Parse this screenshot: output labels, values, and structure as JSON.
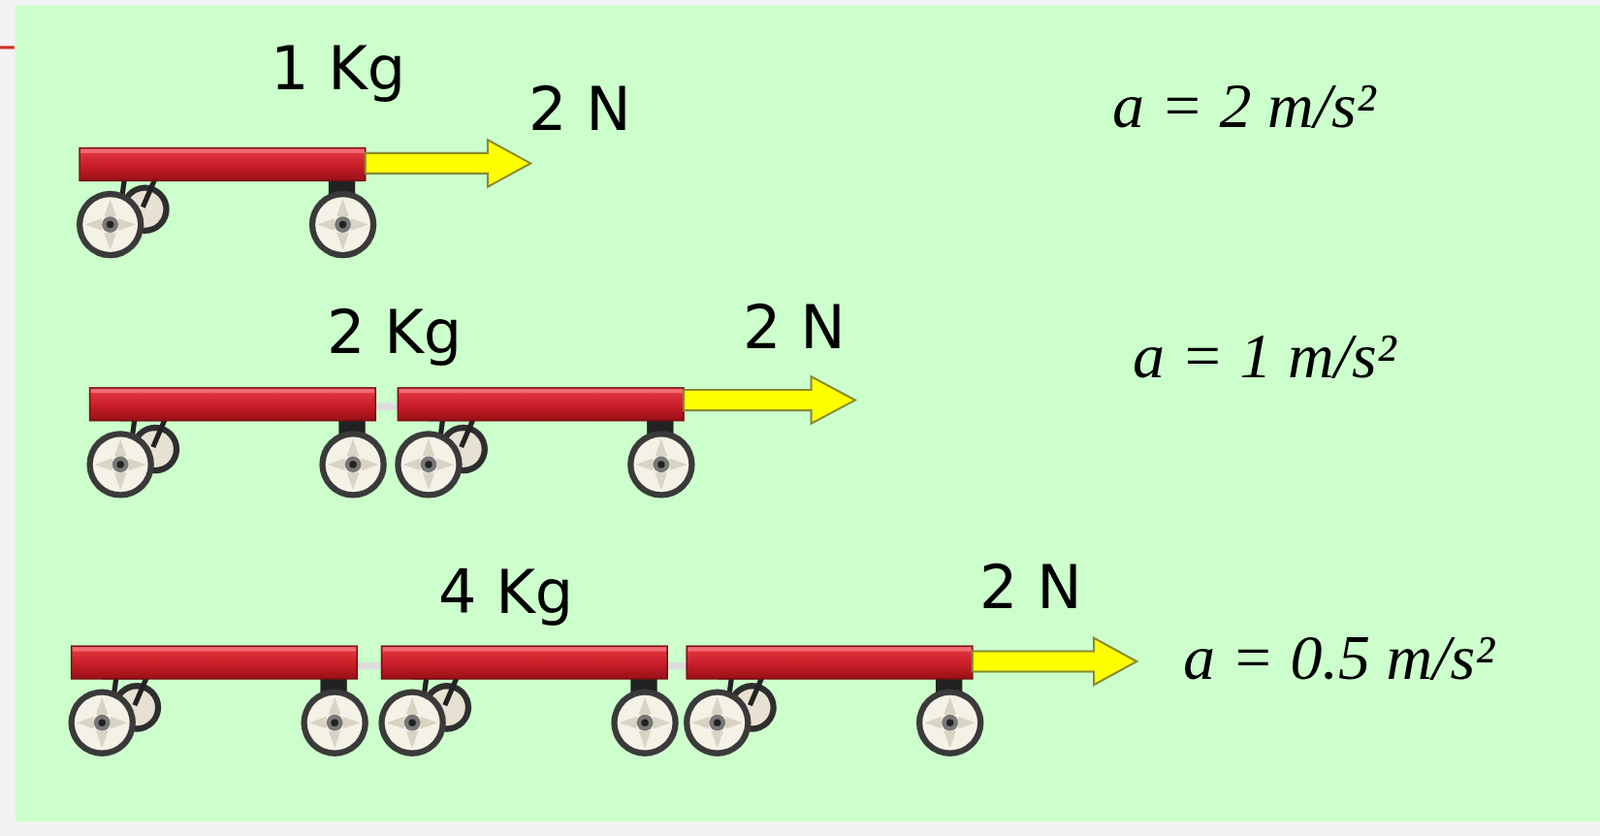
{
  "diagram": {
    "labels": [
      "1 Kg",
      "2 N",
      "a = 2 m/s²",
      "2 Kg",
      "2 N",
      "a = 1 m/s²",
      "4 Kg",
      "2 N",
      "a = 0.5 m/s²"
    ]
  }
}
